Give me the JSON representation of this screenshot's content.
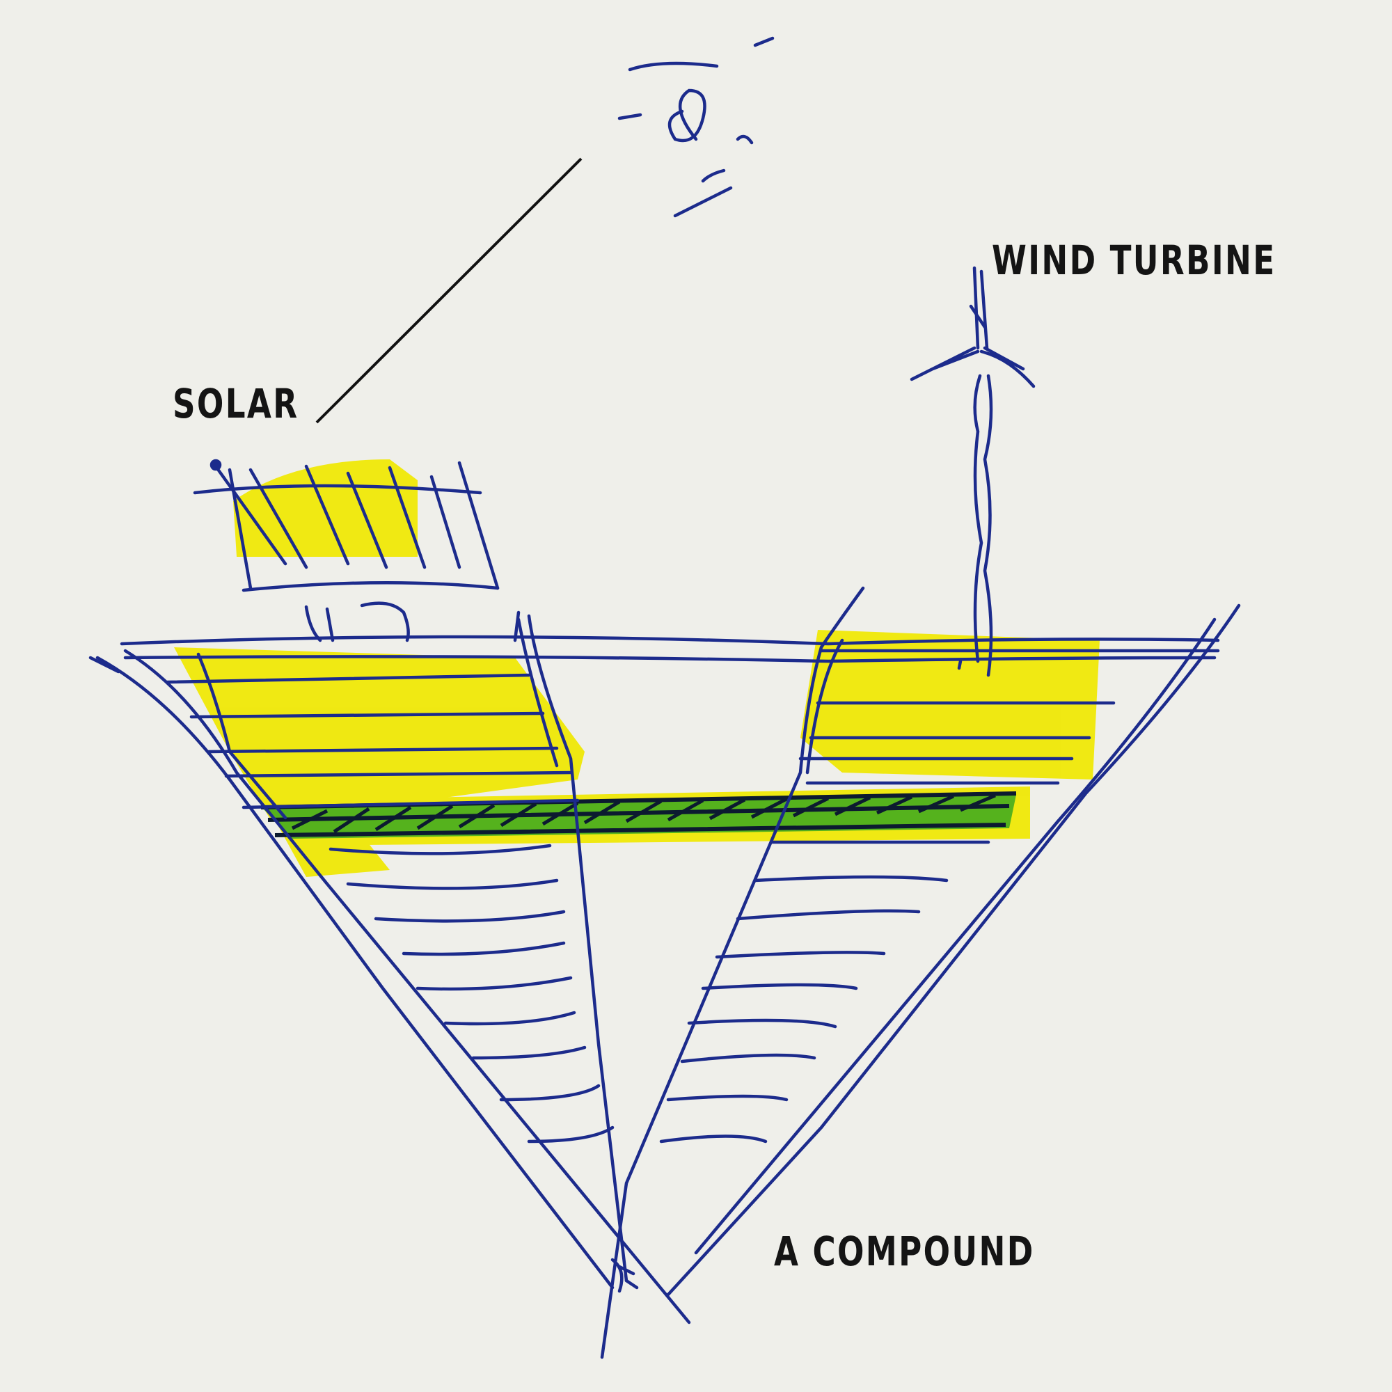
{
  "labels": {
    "solar": "SOLAR",
    "wind_turbine": "WIND TURBINE",
    "compound": "A COMPOUND"
  },
  "colors": {
    "paper": "#efefea",
    "ink": "#1c2b8c",
    "highlight": "#f0e800",
    "green": "#3aa820",
    "leader": "#111111",
    "text": "#141414"
  }
}
